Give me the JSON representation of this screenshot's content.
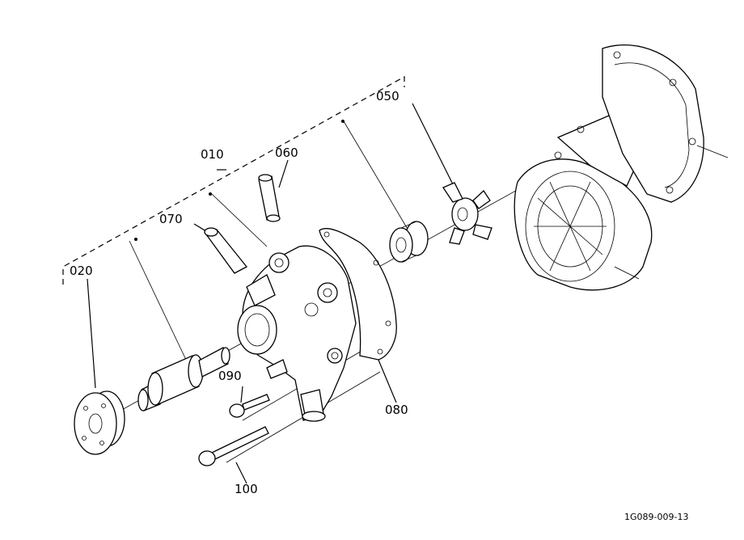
{
  "diagram": {
    "labels": {
      "p010": "010",
      "p020": "020",
      "p050": "050",
      "p060": "060",
      "p070": "070",
      "p080": "080",
      "p090": "090",
      "p100": "100"
    },
    "figure_code": "1G089-009-13"
  }
}
